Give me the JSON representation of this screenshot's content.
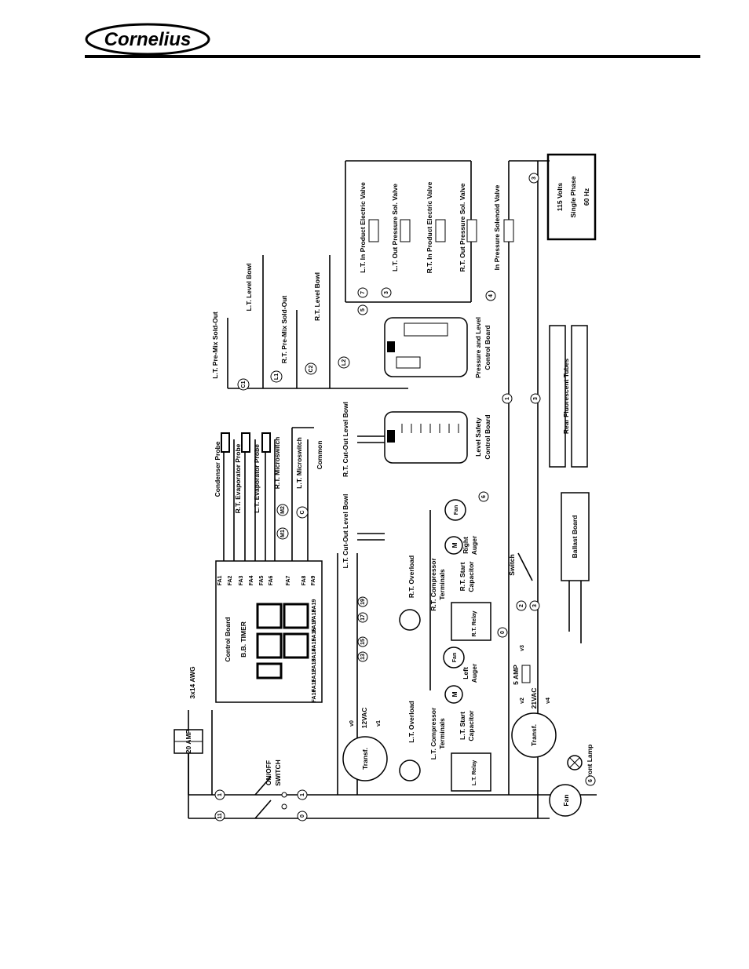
{
  "brand": {
    "logo_text": "Cornelius"
  },
  "diagram": {
    "supply": {
      "line1": "115 Volts",
      "line2": "Single Phase",
      "line3": "60 Hz"
    },
    "fuse": "20 AMP",
    "wire_gauge": "3x14 AWG",
    "switch": {
      "line1": "ON/OFF",
      "line2": "SWITCH"
    },
    "control_board": {
      "line1": "Control Board",
      "line2": "B.B. TIMER"
    },
    "fa_left": [
      "FA1",
      "FA2",
      "FA3",
      "FA4",
      "FA5",
      "FA6",
      "FA7",
      "FA8",
      "FA9"
    ],
    "fa_right": [
      "FA19",
      "FA18",
      "FA17",
      "FA16",
      "FA15",
      "FA14",
      "FA13",
      "FA12",
      "FA11",
      "FA10"
    ],
    "probes": [
      "Condenser Probe",
      "R.T. Evaporator Probe",
      "L.T. Evaporator Probe",
      "R.T. Microswitch",
      "L.T. Microswitch",
      "Common"
    ],
    "probe_markers": [
      "M2",
      "M1",
      "C"
    ],
    "level_bowl": [
      "L.T. Cut-Out Level Bowl",
      "R.T. Cut-Out Level Bowl"
    ],
    "level_safety": {
      "line1": "Level Safety",
      "line2": "Control Board"
    },
    "pressure_board": {
      "line1": "Pressure and Level",
      "line2": "Control Board"
    },
    "sold_out": [
      "L.T. Pre-Mix Sold-Out",
      "L.T. Level Bowl",
      "R.T. Pre-Mix Sold-Out",
      "R.T. Level Bowl"
    ],
    "sold_out_markers": [
      "C1",
      "L1",
      "C2",
      "L2"
    ],
    "valves": [
      "L.T. In Product Electric Valve",
      "L.T. Out Pressure Sol. Valve",
      "R.T. In Product Electric Valve",
      "R.T. Out Pressure Sol. Valve",
      "In Pressure Solenoid Valve"
    ],
    "valve_markers": [
      "5",
      "7",
      "3",
      "4",
      "3"
    ],
    "fluorescent": "Rear Fluorescent Tubes",
    "ballast": "Ballast Board",
    "right_side": {
      "fan": "Fan",
      "motor": "M",
      "auger1": "Right",
      "auger2": "Auger",
      "overload": "R.T. Overload",
      "comp1": "R.T. Compressor",
      "comp2": "Terminals",
      "relay": "R.T. Relay",
      "cap1": "R.T. Start",
      "cap2": "Capacitor"
    },
    "left_side": {
      "fan": "Fan",
      "motor": "M",
      "auger1": "Left",
      "auger2": "Auger",
      "overload": "L.T. Overload",
      "comp1": "L.T. Compressor",
      "comp2": "Terminals",
      "relay": "L.T. Relay",
      "cap1": "L.T. Start",
      "cap2": "Capacitor"
    },
    "switch_label": "Switch",
    "fuse_small": "5 AMP",
    "transformer": "Transf.",
    "vac12": "12VAC",
    "vac21": "21VAC",
    "front_lamp": "Front Lamp",
    "fan_bottom": "Fan",
    "markers": {
      "m0": "0",
      "m1": "1",
      "m11": "11",
      "m6": "6",
      "m2": "2",
      "m3": "3",
      "m4": "4",
      "m1b": "1",
      "m3b": "3",
      "m17": "17",
      "m19": "19",
      "m13": "13",
      "m15": "15",
      "m6b": "6",
      "m0b": "0",
      "v0": "v0",
      "v1": "v1",
      "v2": "v2",
      "v3": "v3",
      "v4": "v4"
    }
  }
}
